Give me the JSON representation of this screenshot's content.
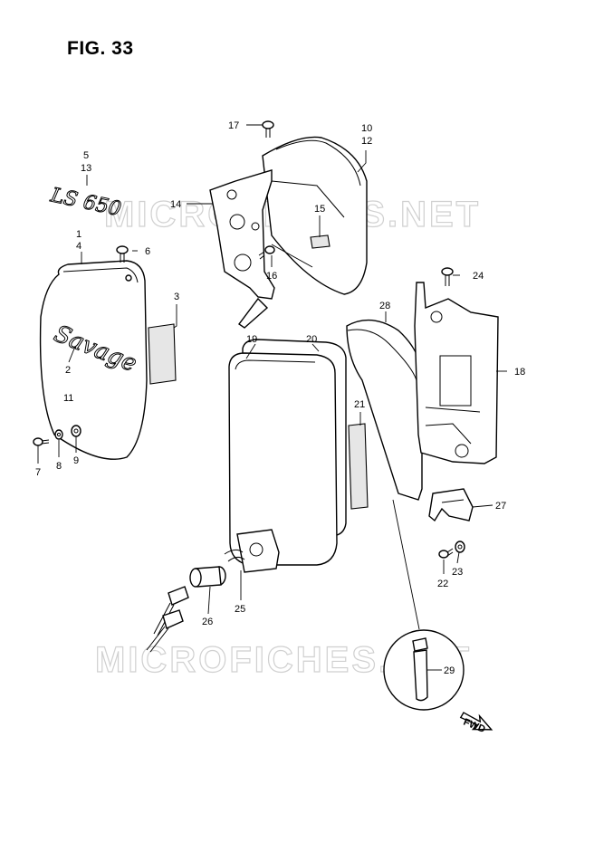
{
  "title": "FIG. 33",
  "watermarks": [
    "MICROFICHES.NET",
    "MICROFICHES.NET"
  ],
  "emblem_text": "LS 650",
  "cover_script": "Savage",
  "fwd_label": "FWD",
  "callouts": [
    {
      "id": "c1",
      "text": "1"
    },
    {
      "id": "c2",
      "text": "2"
    },
    {
      "id": "c3",
      "text": "3"
    },
    {
      "id": "c4",
      "text": "4"
    },
    {
      "id": "c5",
      "text": "5"
    },
    {
      "id": "c6",
      "text": "6"
    },
    {
      "id": "c7",
      "text": "7"
    },
    {
      "id": "c8",
      "text": "8"
    },
    {
      "id": "c9",
      "text": "9"
    },
    {
      "id": "c10",
      "text": "10"
    },
    {
      "id": "c11",
      "text": "11"
    },
    {
      "id": "c12",
      "text": "12"
    },
    {
      "id": "c13",
      "text": "13"
    },
    {
      "id": "c14",
      "text": "14"
    },
    {
      "id": "c15",
      "text": "15"
    },
    {
      "id": "c16",
      "text": "16"
    },
    {
      "id": "c17",
      "text": "17"
    },
    {
      "id": "c18",
      "text": "18"
    },
    {
      "id": "c19",
      "text": "19"
    },
    {
      "id": "c20",
      "text": "20"
    },
    {
      "id": "c21",
      "text": "21"
    },
    {
      "id": "c22",
      "text": "22"
    },
    {
      "id": "c23",
      "text": "23"
    },
    {
      "id": "c24",
      "text": "24"
    },
    {
      "id": "c25",
      "text": "25"
    },
    {
      "id": "c26",
      "text": "26"
    },
    {
      "id": "c27",
      "text": "27"
    },
    {
      "id": "c28",
      "text": "28"
    },
    {
      "id": "c29",
      "text": "29"
    }
  ]
}
